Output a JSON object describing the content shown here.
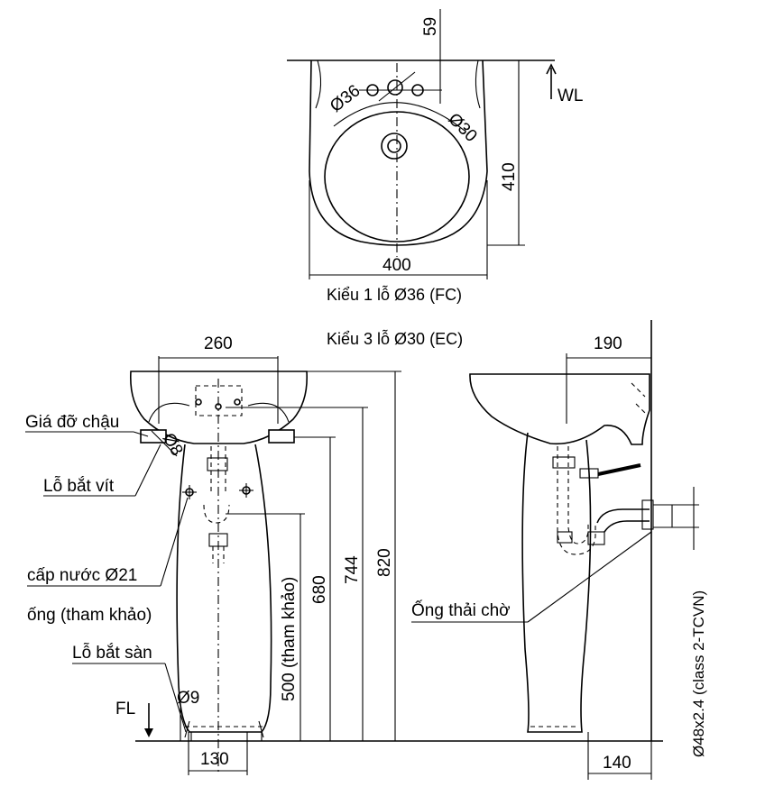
{
  "top_view": {
    "dim_59": "59",
    "dim_410": "410",
    "dim_400": "400",
    "hole_36": "Ø36",
    "hole_30": "Ø30",
    "wall_label": "WL",
    "note_1": "Kiểu 1 lỗ Ø36 (FC)",
    "note_3": "Kiểu 3 lỗ Ø30 (EC)"
  },
  "front_view": {
    "dim_260": "260",
    "dim_820": "820",
    "dim_744": "744",
    "dim_680": "680",
    "dim_500": "500 (tham khảo)",
    "dim_130": "130",
    "dim_9": "Ø9",
    "dim_8": "Ø8",
    "label_support": "Giá đỡ chậu",
    "label_screw": "Lỗ bắt vít",
    "label_water_1": "cấp nước Ø21",
    "label_water_2": "ống (tham khảo)",
    "label_floor_screw": "Lỗ bắt sàn",
    "floor_label": "FL"
  },
  "side_view": {
    "dim_190": "190",
    "dim_140": "140",
    "label_drain": "Ống thải chờ",
    "pipe_spec": "Ø48x2.4 (class 2-TCVN)"
  }
}
